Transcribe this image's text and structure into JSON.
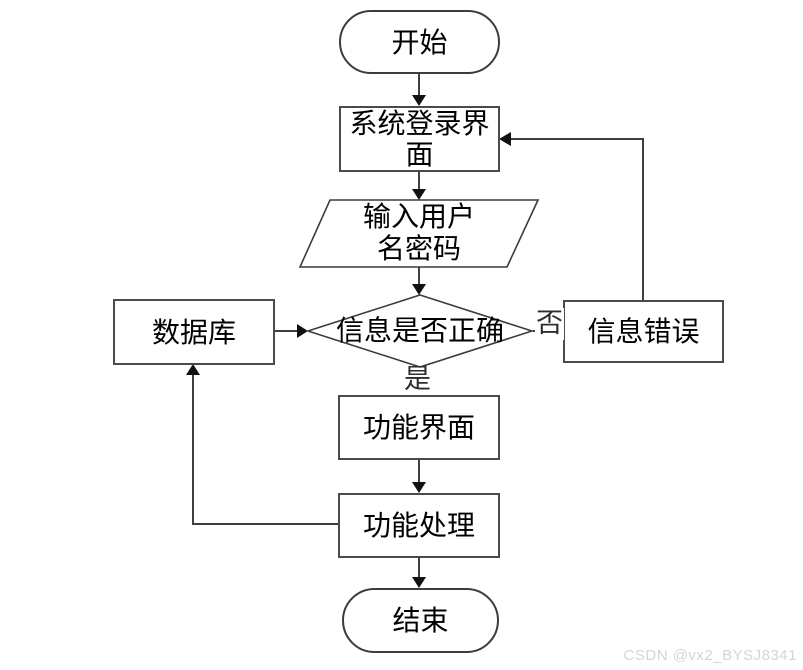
{
  "diagram": {
    "nodes": {
      "start": "开始",
      "login_screen": "系统登录界面",
      "input_credentials": "输入用户名密码",
      "decision": "信息是否正确",
      "database": "数据库",
      "info_error": "信息错误",
      "function_screen": "功能界面",
      "function_process": "功能处理",
      "end": "结束"
    },
    "edge_labels": {
      "yes": "是",
      "no": "否"
    },
    "edges": [
      {
        "from": "start",
        "to": "login_screen",
        "label": ""
      },
      {
        "from": "login_screen",
        "to": "input_credentials",
        "label": ""
      },
      {
        "from": "input_credentials",
        "to": "decision",
        "label": ""
      },
      {
        "from": "decision",
        "to": "function_screen",
        "label": "是"
      },
      {
        "from": "decision",
        "to": "info_error",
        "label": "否"
      },
      {
        "from": "info_error",
        "to": "login_screen",
        "label": ""
      },
      {
        "from": "database",
        "to": "decision",
        "label": ""
      },
      {
        "from": "function_screen",
        "to": "function_process",
        "label": ""
      },
      {
        "from": "function_process",
        "to": "end",
        "label": ""
      },
      {
        "from": "function_process",
        "to": "database",
        "label": ""
      }
    ]
  },
  "watermark": "CSDN @vx2_BYSJ8341",
  "colors": {
    "background": "#ffffff",
    "line": "#3f3f3f",
    "arrowhead": "#111111",
    "node_border": "#4a4a4a",
    "text": "#000000",
    "edge_label_text": "#2e2e2e",
    "watermark_text": "#d5d5d5"
  }
}
